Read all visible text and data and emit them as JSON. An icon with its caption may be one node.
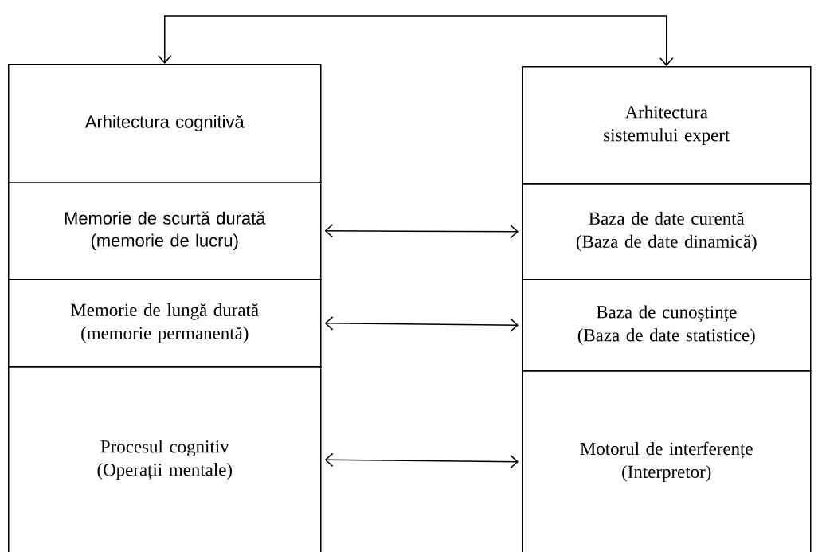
{
  "diagram": {
    "nodes": [
      {
        "text": [
          "Arhitectura cognitivă"
        ]
      },
      {
        "text": [
          "Memorie de scurtă durată (memorie de lucru)"
        ]
      },
      {
        "text": [
          "Memorie de lungă durată (memorie permanentă)"
        ]
      },
      {
        "text": [
          "Procesul cognitiv (Operații mentale)"
        ]
      },
      {
        "text": [
          "Arhitectura sistemului expert"
        ]
      },
      {
        "text": [
          "Baza de date curentă (Baza de date dinamică)"
        ]
      },
      {
        "text": [
          "Baza de cunoștințe (Baza de date statistice)"
        ]
      },
      {
        "text": [
          "Motorul de interferențe (Interpretor)"
        ]
      }
    ],
    "edges": [
      {
        "from": 0,
        "to": 4,
        "arrow": "both"
      },
      {
        "from": 1,
        "to": 5,
        "arrow": "both"
      },
      {
        "from": 2,
        "to": 6,
        "arrow": "both"
      },
      {
        "from": 3,
        "to": 7,
        "arrow": "both"
      }
    ]
  }
}
